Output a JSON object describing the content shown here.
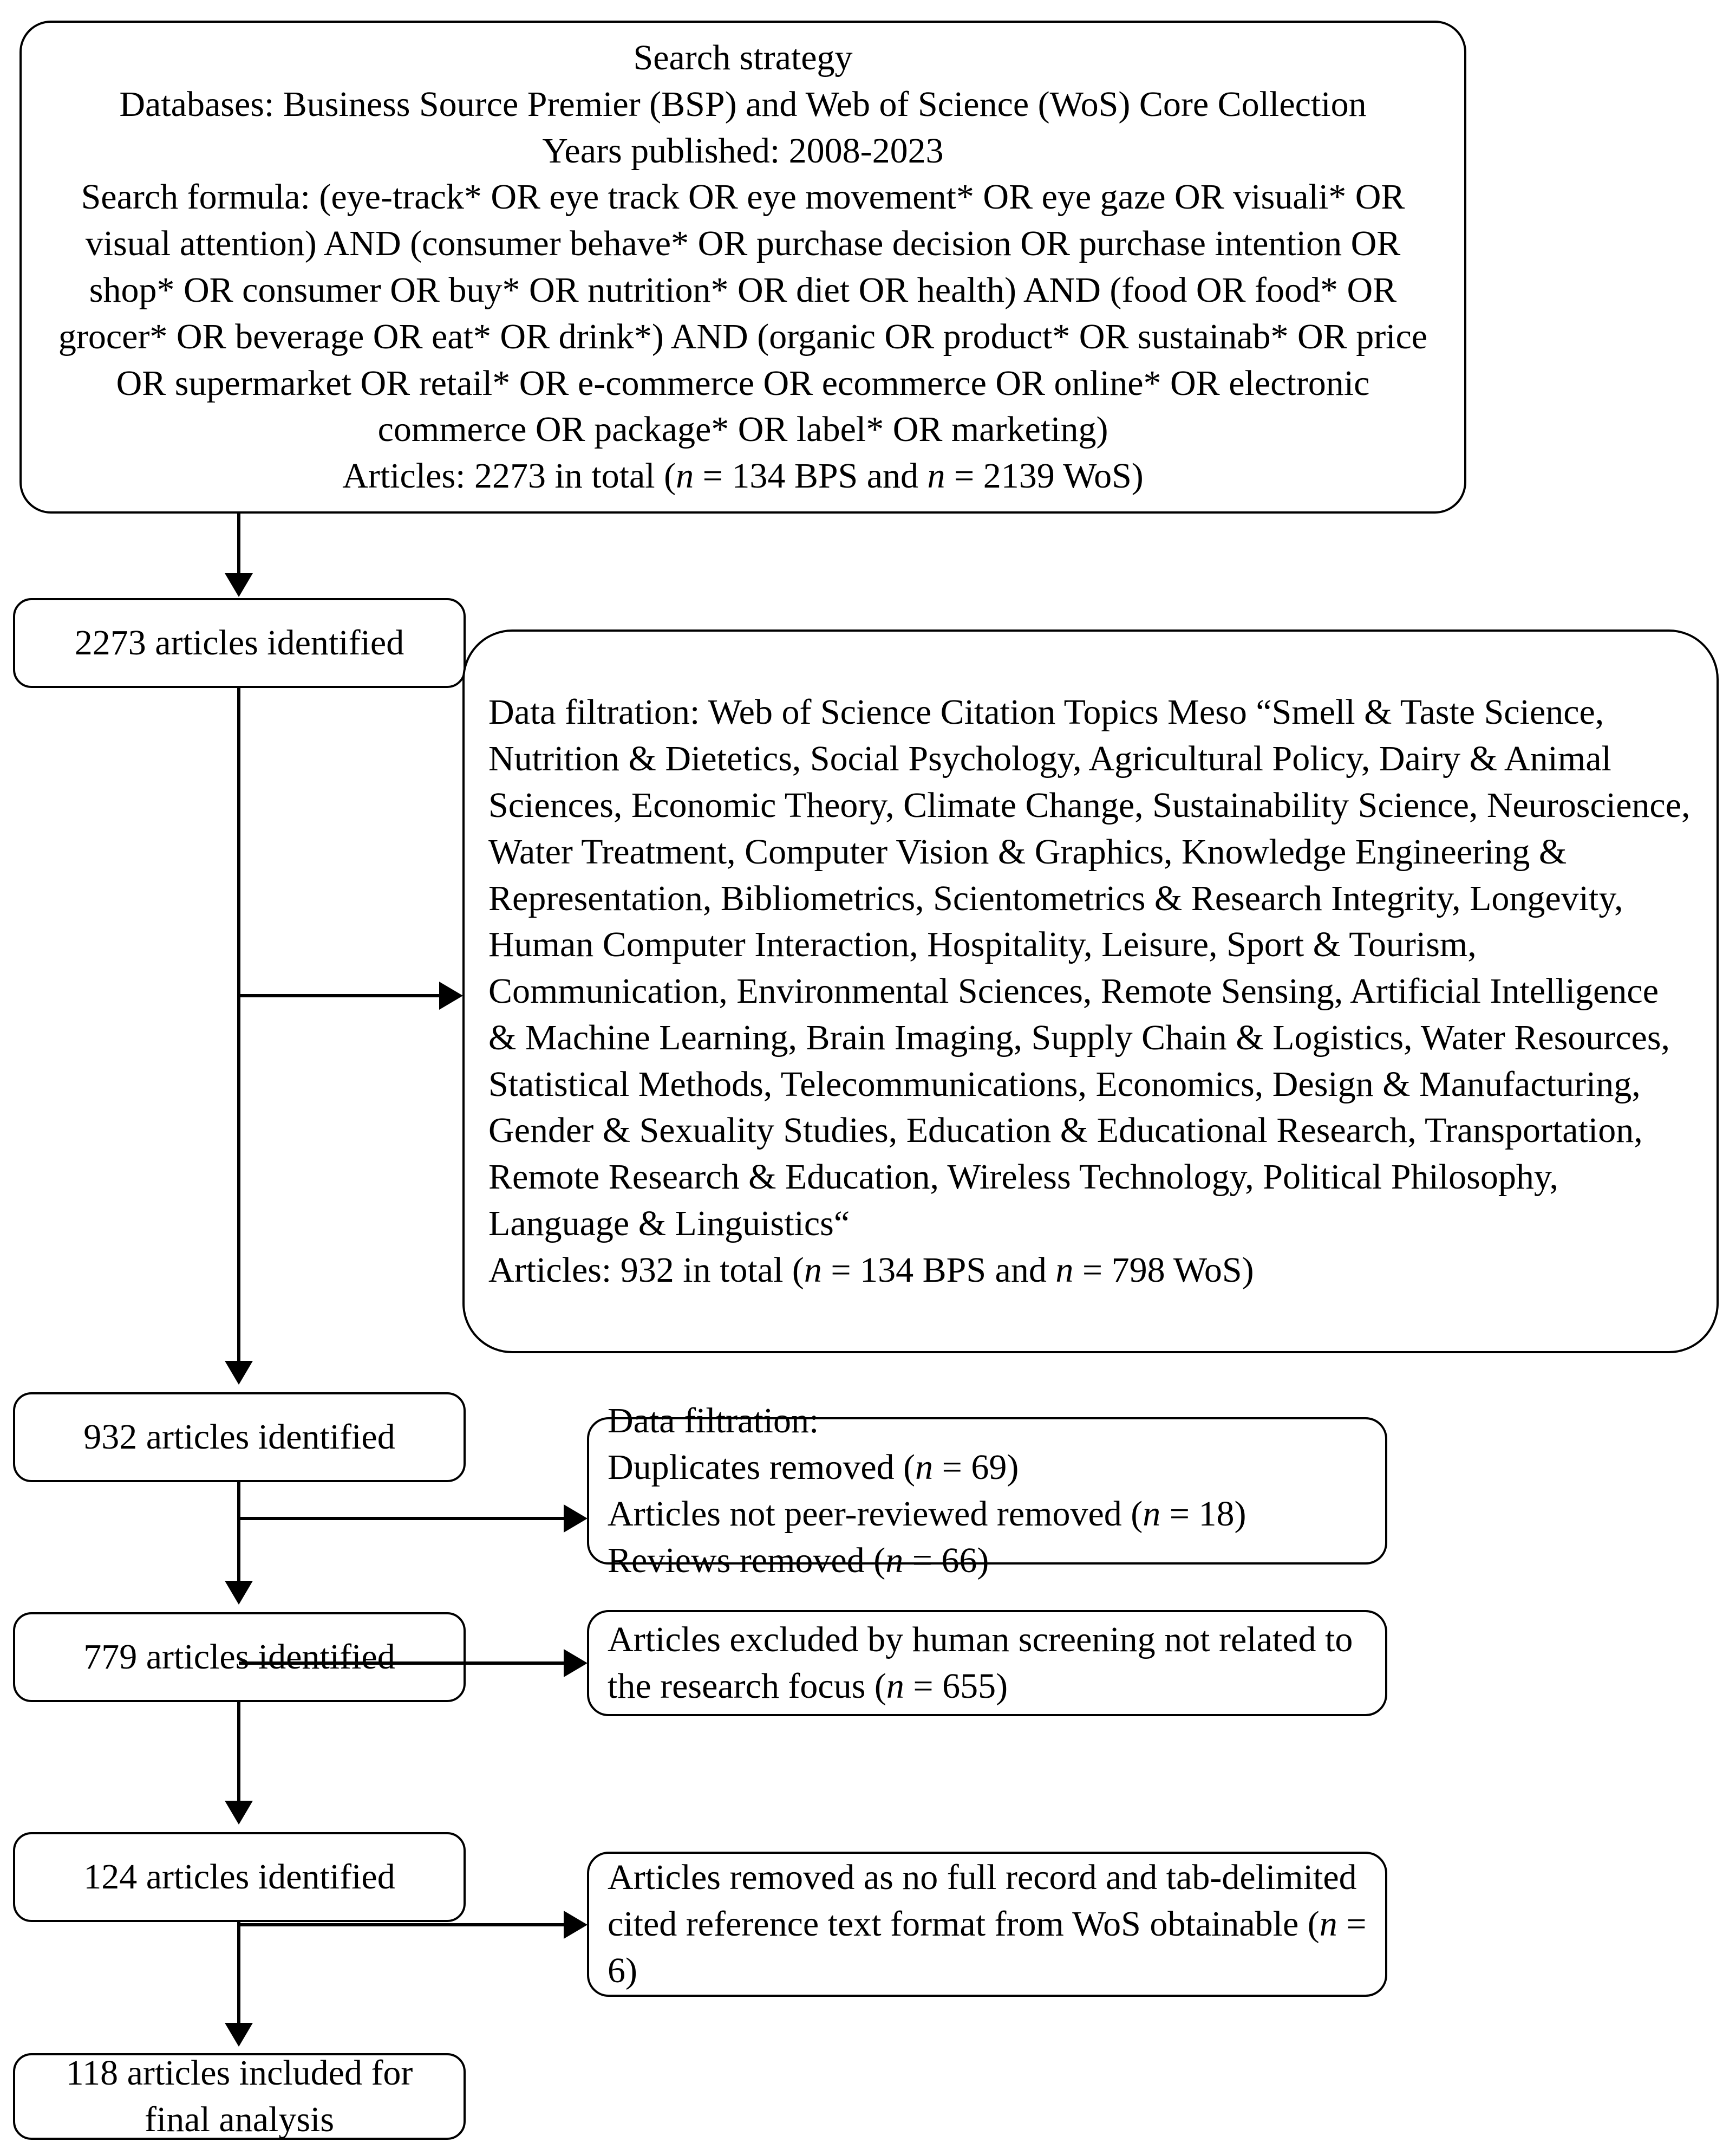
{
  "diagram": {
    "title": "PRISMA-style article selection flow diagram",
    "nodes": {
      "search_strategy": {
        "lines": [
          "Search strategy",
          "Databases: Business Source Premier (BSP) and Web of Science (WoS) Core Collection",
          "Years published: 2008-2023",
          "Search formula: (eye-track* OR eye track OR eye movement* OR eye gaze OR visuali* OR visual attention) AND (consumer behave* OR purchase decision OR purchase intention OR shop* OR consumer OR buy* OR nutrition* OR diet OR health) AND (food OR food* OR grocer* OR beverage OR eat* OR drink*) AND (organic OR product* OR sustainab* OR price OR supermarket OR retail* OR e-commerce OR ecommerce OR online* OR electronic commerce OR package* OR label* OR marketing)",
          "Articles: 2273 in total (n = 134 BPS and n = 2139 WoS)"
        ],
        "line1": "Search strategy",
        "line2": "Databases: Business Source Premier (BSP) and Web of Science (WoS) Core Collection",
        "line3": "Years published: 2008-2023",
        "line4_prefix": "Search formula: (eye-track* OR eye track OR eye movement* OR eye gaze OR visuali* OR visual attention) AND (consumer behave* OR purchase decision OR purchase intention OR shop* OR consumer OR buy* OR nutrition* OR diet OR health) AND (food OR food* OR grocer* OR beverage OR eat* OR drink*) AND (organic OR product* OR sustainab* OR price OR supermarket OR retail* OR e-commerce OR ecommerce OR online* OR electronic commerce OR package* OR label* OR marketing)",
        "line5_a": "Articles: 2273 in total (",
        "line5_n1": "n",
        "line5_b": " = 134 BPS and ",
        "line5_n2": "n",
        "line5_c": " = 2139 WoS)"
      },
      "identified_2273": {
        "label": "2273 articles identified"
      },
      "filtration_topics": {
        "body": "Data filtration: Web of Science Citation Topics Meso “Smell & Taste Science, Nutrition & Dietetics, Social Psychology, Agricultural Policy, Dairy & Animal Sciences, Economic Theory, Climate Change, Sustainability Science, Neuroscience, Water Treatment, Computer Vision & Graphics, Knowledge Engineering & Representation, Bibliometrics, Scientometrics & Research Integrity, Longevity, Human Computer Interaction, Hospitality, Leisure, Sport & Tourism, Communication, Environmental Sciences, Remote Sensing, Artificial Intelligence & Machine Learning, Brain Imaging, Supply Chain & Logistics, Water Resources, Statistical Methods, Telecommunications, Economics, Design & Manufacturing, Gender & Sexuality Studies, Education & Educational Research, Transportation, Remote Research & Education, Wireless Technology, Political Philosophy, Language & Linguistics“",
        "articles_a": "Articles: 932 in total (",
        "articles_n1": "n",
        "articles_b": " = 134 BPS and ",
        "articles_n2": "n",
        "articles_c": " = 798 WoS)"
      },
      "identified_932": {
        "label": "932 articles identified"
      },
      "filtration_dupes": {
        "heading": "Data filtration:",
        "row1_a": "Duplicates removed (",
        "row1_n": "n",
        "row1_b": " = 69)",
        "row2_a": "Articles not peer-reviewed removed (",
        "row2_n": "n",
        "row2_b": " = 18)",
        "row3_a": "Reviews removed (",
        "row3_n": "n",
        "row3_b": " = 66)"
      },
      "identified_779": {
        "label": "779 articles identified"
      },
      "excluded_human": {
        "text_a": "Articles excluded by human screening not related to the research focus (",
        "text_n": "n",
        "text_b": " = 655)"
      },
      "identified_124": {
        "label": "124 articles identified"
      },
      "removed_norecord": {
        "text_a": "Articles removed as no full record and tab-delimited cited reference text format from WoS obtainable (",
        "text_n": "n",
        "text_b": " = 6)"
      },
      "included_118": {
        "line1": "118 articles included for",
        "line2": "final analysis"
      }
    },
    "counts": {
      "identified_initial": 2273,
      "bsp_initial": 134,
      "wos_initial": 2139,
      "after_topic_filter": 932,
      "bsp_after": 134,
      "wos_after": 798,
      "duplicates_removed": 69,
      "not_peer_reviewed_removed": 18,
      "reviews_removed": 66,
      "after_dedup": 779,
      "excluded_human_screening": 655,
      "after_screening": 124,
      "removed_no_full_record": 6,
      "final_included": 118
    },
    "colors": {
      "line": "#000000",
      "background": "#ffffff"
    }
  }
}
